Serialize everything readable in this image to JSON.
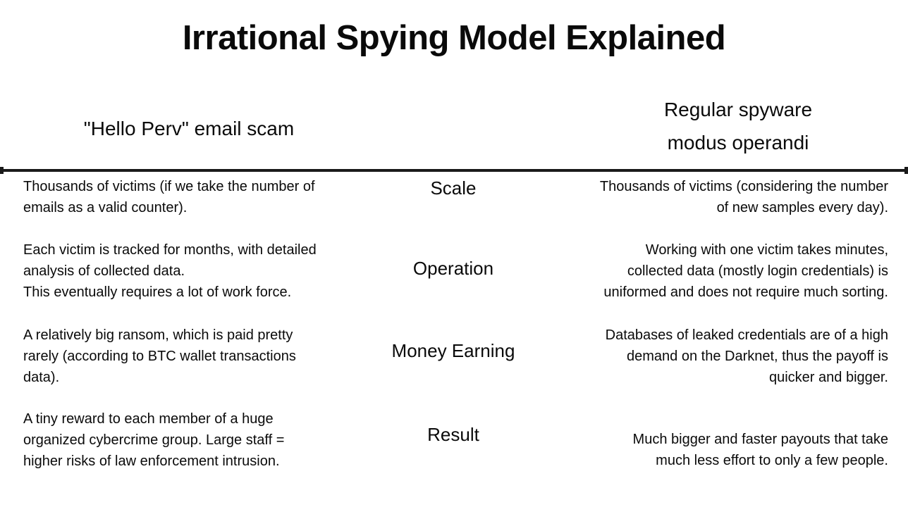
{
  "title": "Irrational Spying Model Explained",
  "table": {
    "left_header": "\"Hello Perv\" email scam",
    "right_header": "Regular spyware\nmodus operandi",
    "rows": [
      {
        "label": "Scale",
        "left": "Thousands of victims (if we take the number of\nemails as a valid counter).",
        "right": "Thousands of victims (considering the number\nof new samples every day)."
      },
      {
        "label": "Operation",
        "left": "Each victim is tracked for months, with detailed\nanalysis of collected data.\nThis eventually requires a lot of work force.",
        "right": "Working with one victim takes minutes,\ncollected data (mostly login credentials) is\nuniformed and does not require much sorting."
      },
      {
        "label": "Money Earning",
        "left": "A relatively big ransom, which is paid pretty\nrarely (according to BTC wallet transactions\ndata).",
        "right": "Databases of leaked credentials are of a high\ndemand on the Darknet, thus the payoff is\nquicker and bigger."
      },
      {
        "label": "Result",
        "left": "A tiny reward to each member of a huge\norganized cybercrime group. Large staff =\nhigher risks of law enforcement intrusion.",
        "right": "Much bigger and faster payouts that take\nmuch less effort to only a few people."
      }
    ]
  },
  "colors": {
    "background": "#ffffff",
    "text": "#0a0a0a",
    "divider": "#1a1a1a"
  }
}
